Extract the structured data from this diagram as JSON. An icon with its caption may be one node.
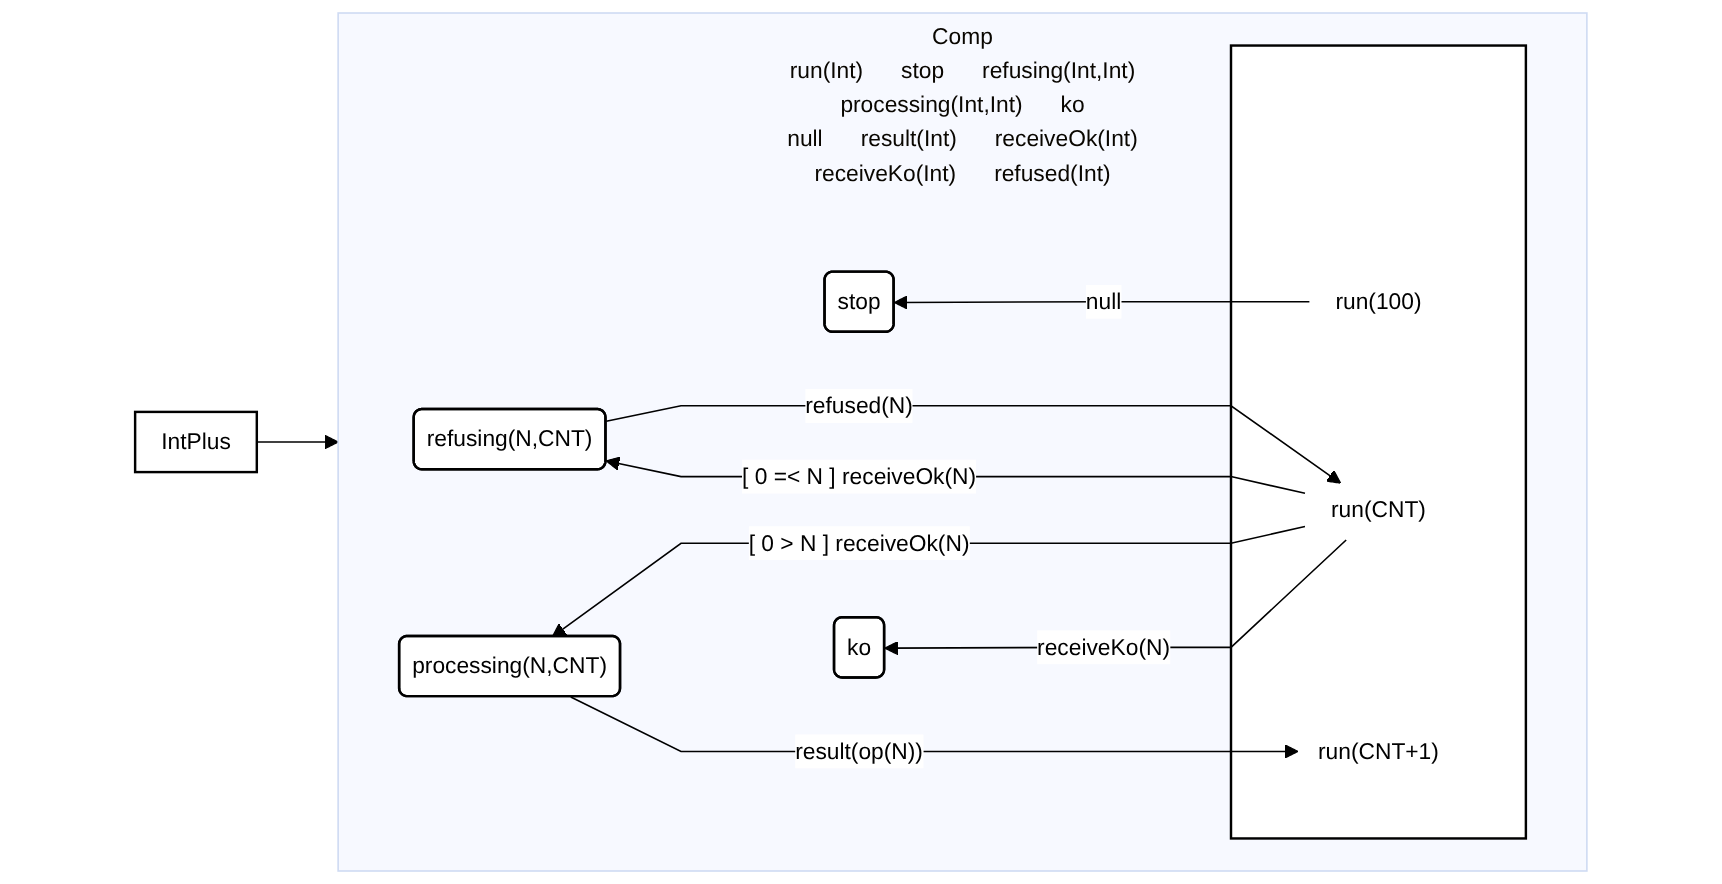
{
  "diagram": {
    "nodes": [
      {
        "text": [
          "IntPlus"
        ]
      },
      {
        "text": [
          "Comp",
          "run(Int)",
          "stop",
          "refusing(Int,Int)",
          "processing(Int,Int)",
          "ko",
          "null",
          "result(Int)",
          "receiveOk(Int)",
          "receiveKo(Int)",
          "refused(Int)"
        ]
      },
      {
        "text": [
          "stop"
        ],
        "in": 1
      },
      {
        "text": [
          "ko"
        ],
        "in": 1
      },
      {
        "text": [],
        "shape": "box",
        "in": 1
      },
      {
        "text": [
          "run(100)"
        ],
        "in": 4
      },
      {
        "text": [
          "run(CNT+1)"
        ],
        "in": 4
      },
      {
        "text": [
          "run(CNT)"
        ],
        "in": 4
      },
      {
        "text": [
          "processing(N,CNT)"
        ],
        "in": 1
      },
      {
        "text": [
          "refusing(N,CNT)"
        ],
        "in": 1
      }
    ],
    "edges": [
      {
        "from": 0,
        "to": 1,
        "arrow": "to"
      },
      {
        "from": 5,
        "to": 2,
        "arrow": "to",
        "label": "null"
      },
      {
        "from": 7,
        "to": 3,
        "arrow": "to",
        "label": "receiveKo(N)"
      },
      {
        "from": 8,
        "to": 6,
        "arrow": "to",
        "label": "result(op(N))"
      },
      {
        "from": 7,
        "to": 8,
        "arrow": "to",
        "label": "[ 0 > N ] receiveOk(N)"
      },
      {
        "from": 7,
        "to": 9,
        "arrow": "to",
        "label": "[ 0 =< N ] receiveOk(N)"
      },
      {
        "from": 9,
        "to": 7,
        "arrow": "to",
        "label": "refused(N)"
      }
    ]
  }
}
